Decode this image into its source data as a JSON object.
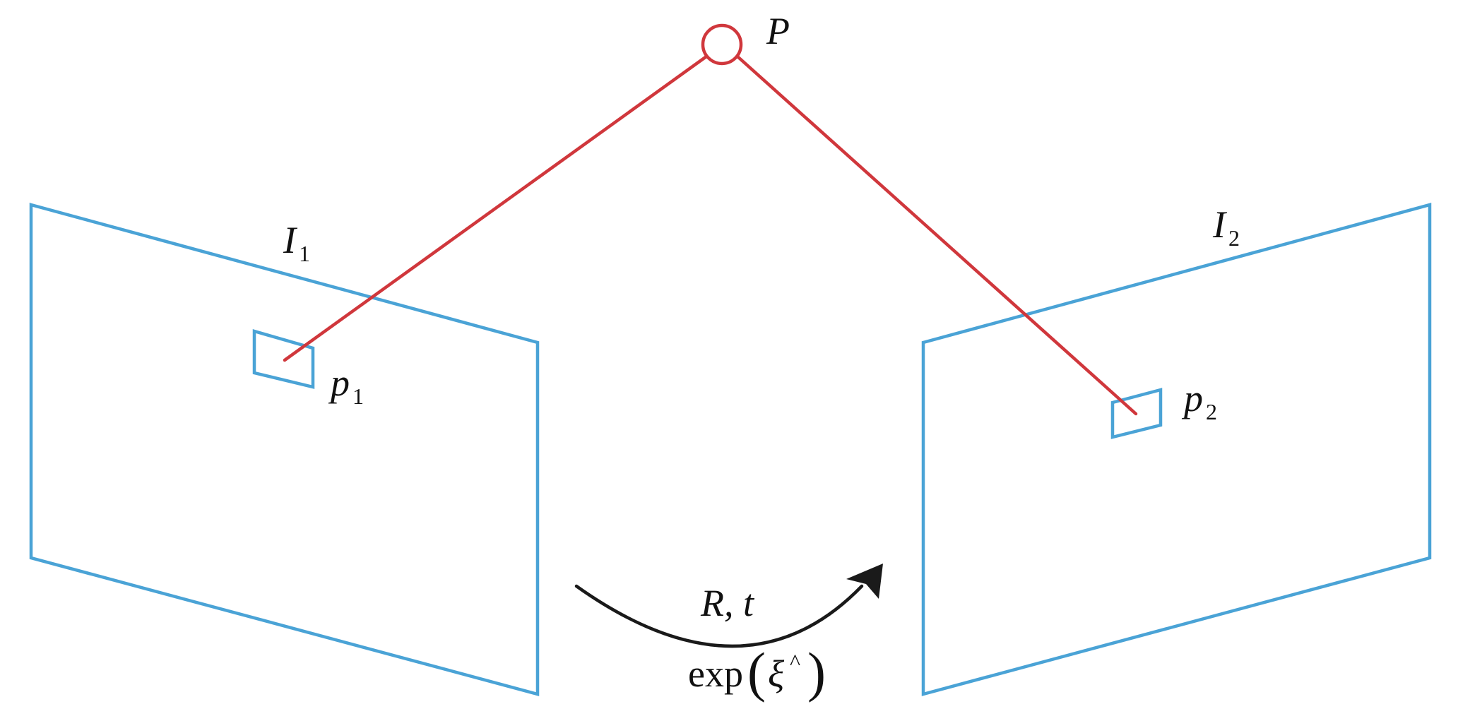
{
  "labels": {
    "point": "P",
    "image1": {
      "base": "I",
      "sub": "1"
    },
    "image2": {
      "base": "I",
      "sub": "2"
    },
    "proj1": {
      "base": "p",
      "sub": "1"
    },
    "proj2": {
      "base": "p",
      "sub": "2"
    },
    "rt": "R, t",
    "exp": {
      "fn": "exp",
      "sym": "ξ",
      "hat": "^"
    }
  },
  "colors": {
    "plane": "#4aa3d6",
    "ray": "#d0373c",
    "point": "#d0373c",
    "arrow": "#1a1a1a",
    "text": "#111111"
  }
}
